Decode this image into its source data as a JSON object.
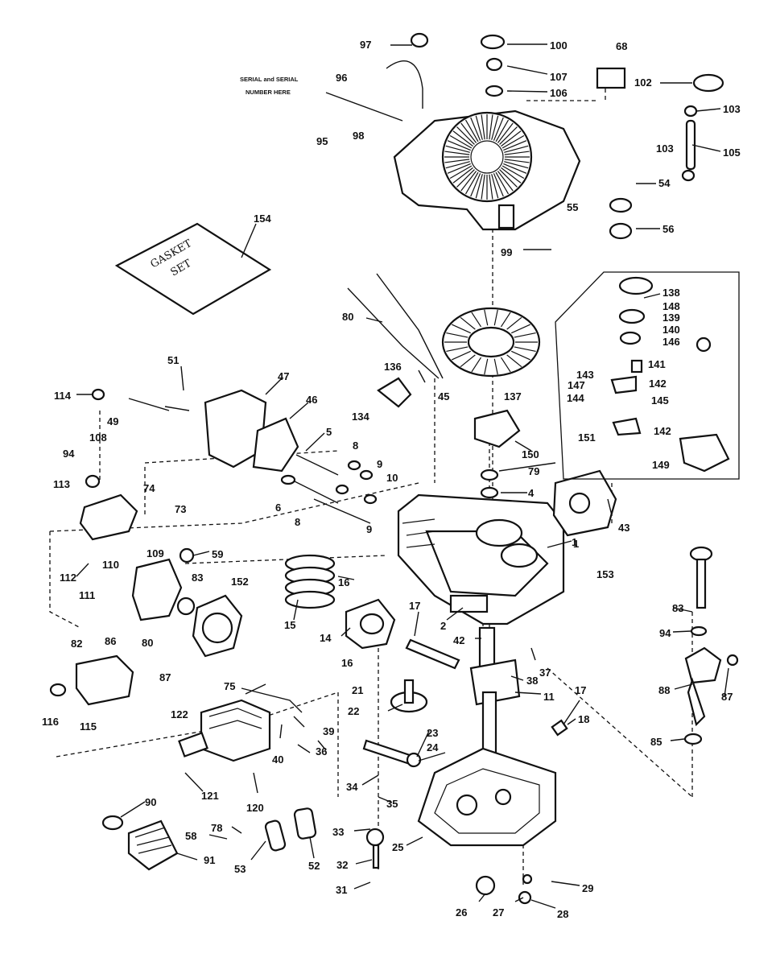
{
  "diagram": {
    "note_lines": [
      "SERIAL and SERIAL",
      "NUMBER HERE"
    ],
    "gasket_kit_label_lines": [
      "GASKET",
      "SET"
    ],
    "callouts": [
      "97",
      "100",
      "68",
      "96",
      "107",
      "106",
      "102",
      "103",
      "105",
      "95",
      "98",
      "103",
      "54",
      "55",
      "56",
      "99",
      "154",
      "138",
      "148",
      "139",
      "140",
      "146",
      "80",
      "136",
      "141",
      "143",
      "142",
      "147",
      "144",
      "145",
      "137",
      "45",
      "51",
      "47",
      "114",
      "134",
      "142",
      "49",
      "46",
      "151",
      "149",
      "108",
      "5",
      "150",
      "8",
      "94",
      "9",
      "79",
      "74",
      "113",
      "10",
      "4",
      "73",
      "6",
      "43",
      "8",
      "1",
      "109",
      "59",
      "112",
      "110",
      "153",
      "9",
      "111",
      "83",
      "152",
      "16",
      "15",
      "17",
      "14",
      "82",
      "86",
      "2",
      "80",
      "42",
      "87",
      "16",
      "37",
      "21",
      "75",
      "38",
      "17",
      "11",
      "115",
      "116",
      "22",
      "122",
      "39",
      "18",
      "23",
      "24",
      "40",
      "36",
      "121",
      "34",
      "120",
      "35",
      "90",
      "78",
      "58",
      "33",
      "25",
      "91",
      "53",
      "52",
      "32",
      "31",
      "26",
      "27",
      "28",
      "29",
      "1",
      "83",
      "94",
      "88",
      "87",
      "85"
    ]
  }
}
